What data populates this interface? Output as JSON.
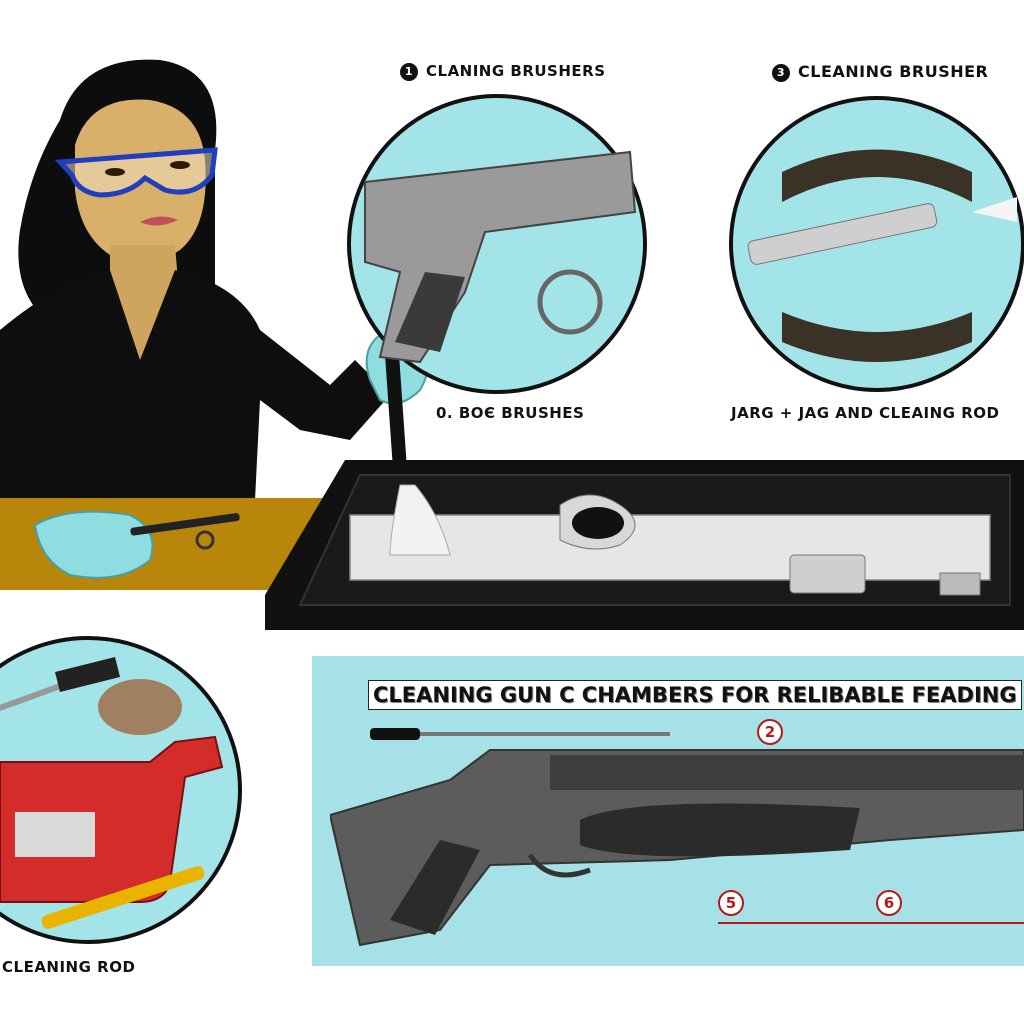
{
  "labels": {
    "cleaning_brushers": "CLANING BRUSHERS",
    "cleaning_brusher": "CLEANING BRUSHER",
    "bore_brushes": "BOЄ BRUSHES",
    "jag_rod": "JARG + JAG AND CLEAING ROD",
    "cleaning_rod": "CLEANING ROD",
    "num_1": "1",
    "num_3": "3",
    "num_0": "0."
  },
  "banner": {
    "title": "CLEANING GUN C  CHAMBERS FOR RELIBABLE FEADING",
    "callouts": [
      "2",
      "5",
      "6"
    ]
  },
  "colors": {
    "cyan": "#a3e4e8",
    "banner_bg": "#a5e1e6",
    "glove": "#8fdde0",
    "table": "#b8860b",
    "tray": "#111111",
    "bottle": "#d42b2b",
    "rod_yellow": "#e8b400",
    "glasses_frame": "#1f3fbf"
  },
  "icons": [
    "safety-glasses-icon",
    "pistol-icon",
    "rifle-icon",
    "brush-icon",
    "solvent-bottle-icon"
  ]
}
